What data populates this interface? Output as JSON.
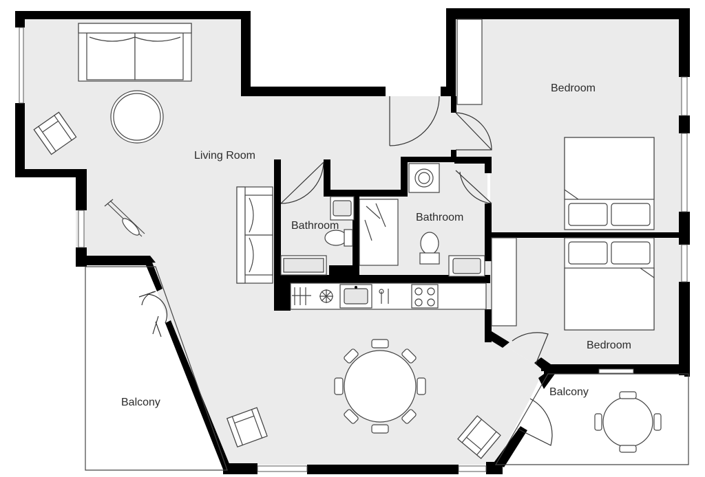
{
  "rooms": {
    "living_room": "Living Room",
    "bathroom_1": "Bathroom",
    "bathroom_2": "Bathroom",
    "bedroom_1": "Bedroom",
    "bedroom_2": "Bedroom",
    "balcony_1": "Balcony",
    "balcony_2": "Balcony"
  },
  "colors": {
    "wall": "#000000",
    "floor": "#ebebeb",
    "outdoor": "#ffffff",
    "fixture_stroke": "#444444"
  }
}
